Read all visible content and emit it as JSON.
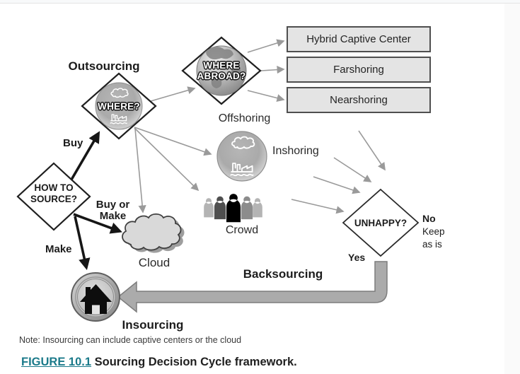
{
  "colors": {
    "accent-link": "#1b7a8a",
    "arrow-gray": "#9a9a9a",
    "arrow-black": "#161616",
    "node-stroke": "#1f1f1f",
    "box-fill": "#e4e4e4",
    "box-stroke": "#4f4f4f",
    "pipe-fill": "#ababab",
    "pipe-stroke": "#7d7d7d",
    "text-dark": "#1c1c1c"
  },
  "diagram": {
    "decision_nodes": {
      "how_to_source": {
        "line1": "HOW TO",
        "line2": "SOURCE?"
      },
      "where": {
        "label": "WHERE?"
      },
      "where_abroad": {
        "line1": "WHERE",
        "line2": "ABROAD?"
      },
      "unhappy": {
        "label": "UNHAPPY?"
      }
    },
    "stage_labels": {
      "outsourcing": "Outsourcing",
      "offshoring": "Offshoring",
      "inshoring": "Inshoring",
      "crowd": "Crowd",
      "cloud": "Cloud",
      "insourcing": "Insourcing",
      "backsourcing": "Backsourcing"
    },
    "edge_labels": {
      "buy": "Buy",
      "buy_or_make_line1": "Buy or",
      "buy_or_make_line2": "Make",
      "make": "Make",
      "yes": "Yes",
      "no": "No",
      "no_keep_line1": "Keep",
      "no_keep_line2": "as is"
    },
    "offshore_options": [
      "Hybrid Captive Center",
      "Farshoring",
      "Nearshoring"
    ],
    "crowd_colors": [
      "#b4b4b4",
      "#4f4f4f",
      "#000000",
      "#8c8c8c",
      "#b4b4b4"
    ],
    "note": "Note: Insourcing can include captive centers or the cloud"
  },
  "caption": {
    "figure_label": "FIGURE 10.1",
    "text": "Sourcing Decision Cycle framework."
  }
}
